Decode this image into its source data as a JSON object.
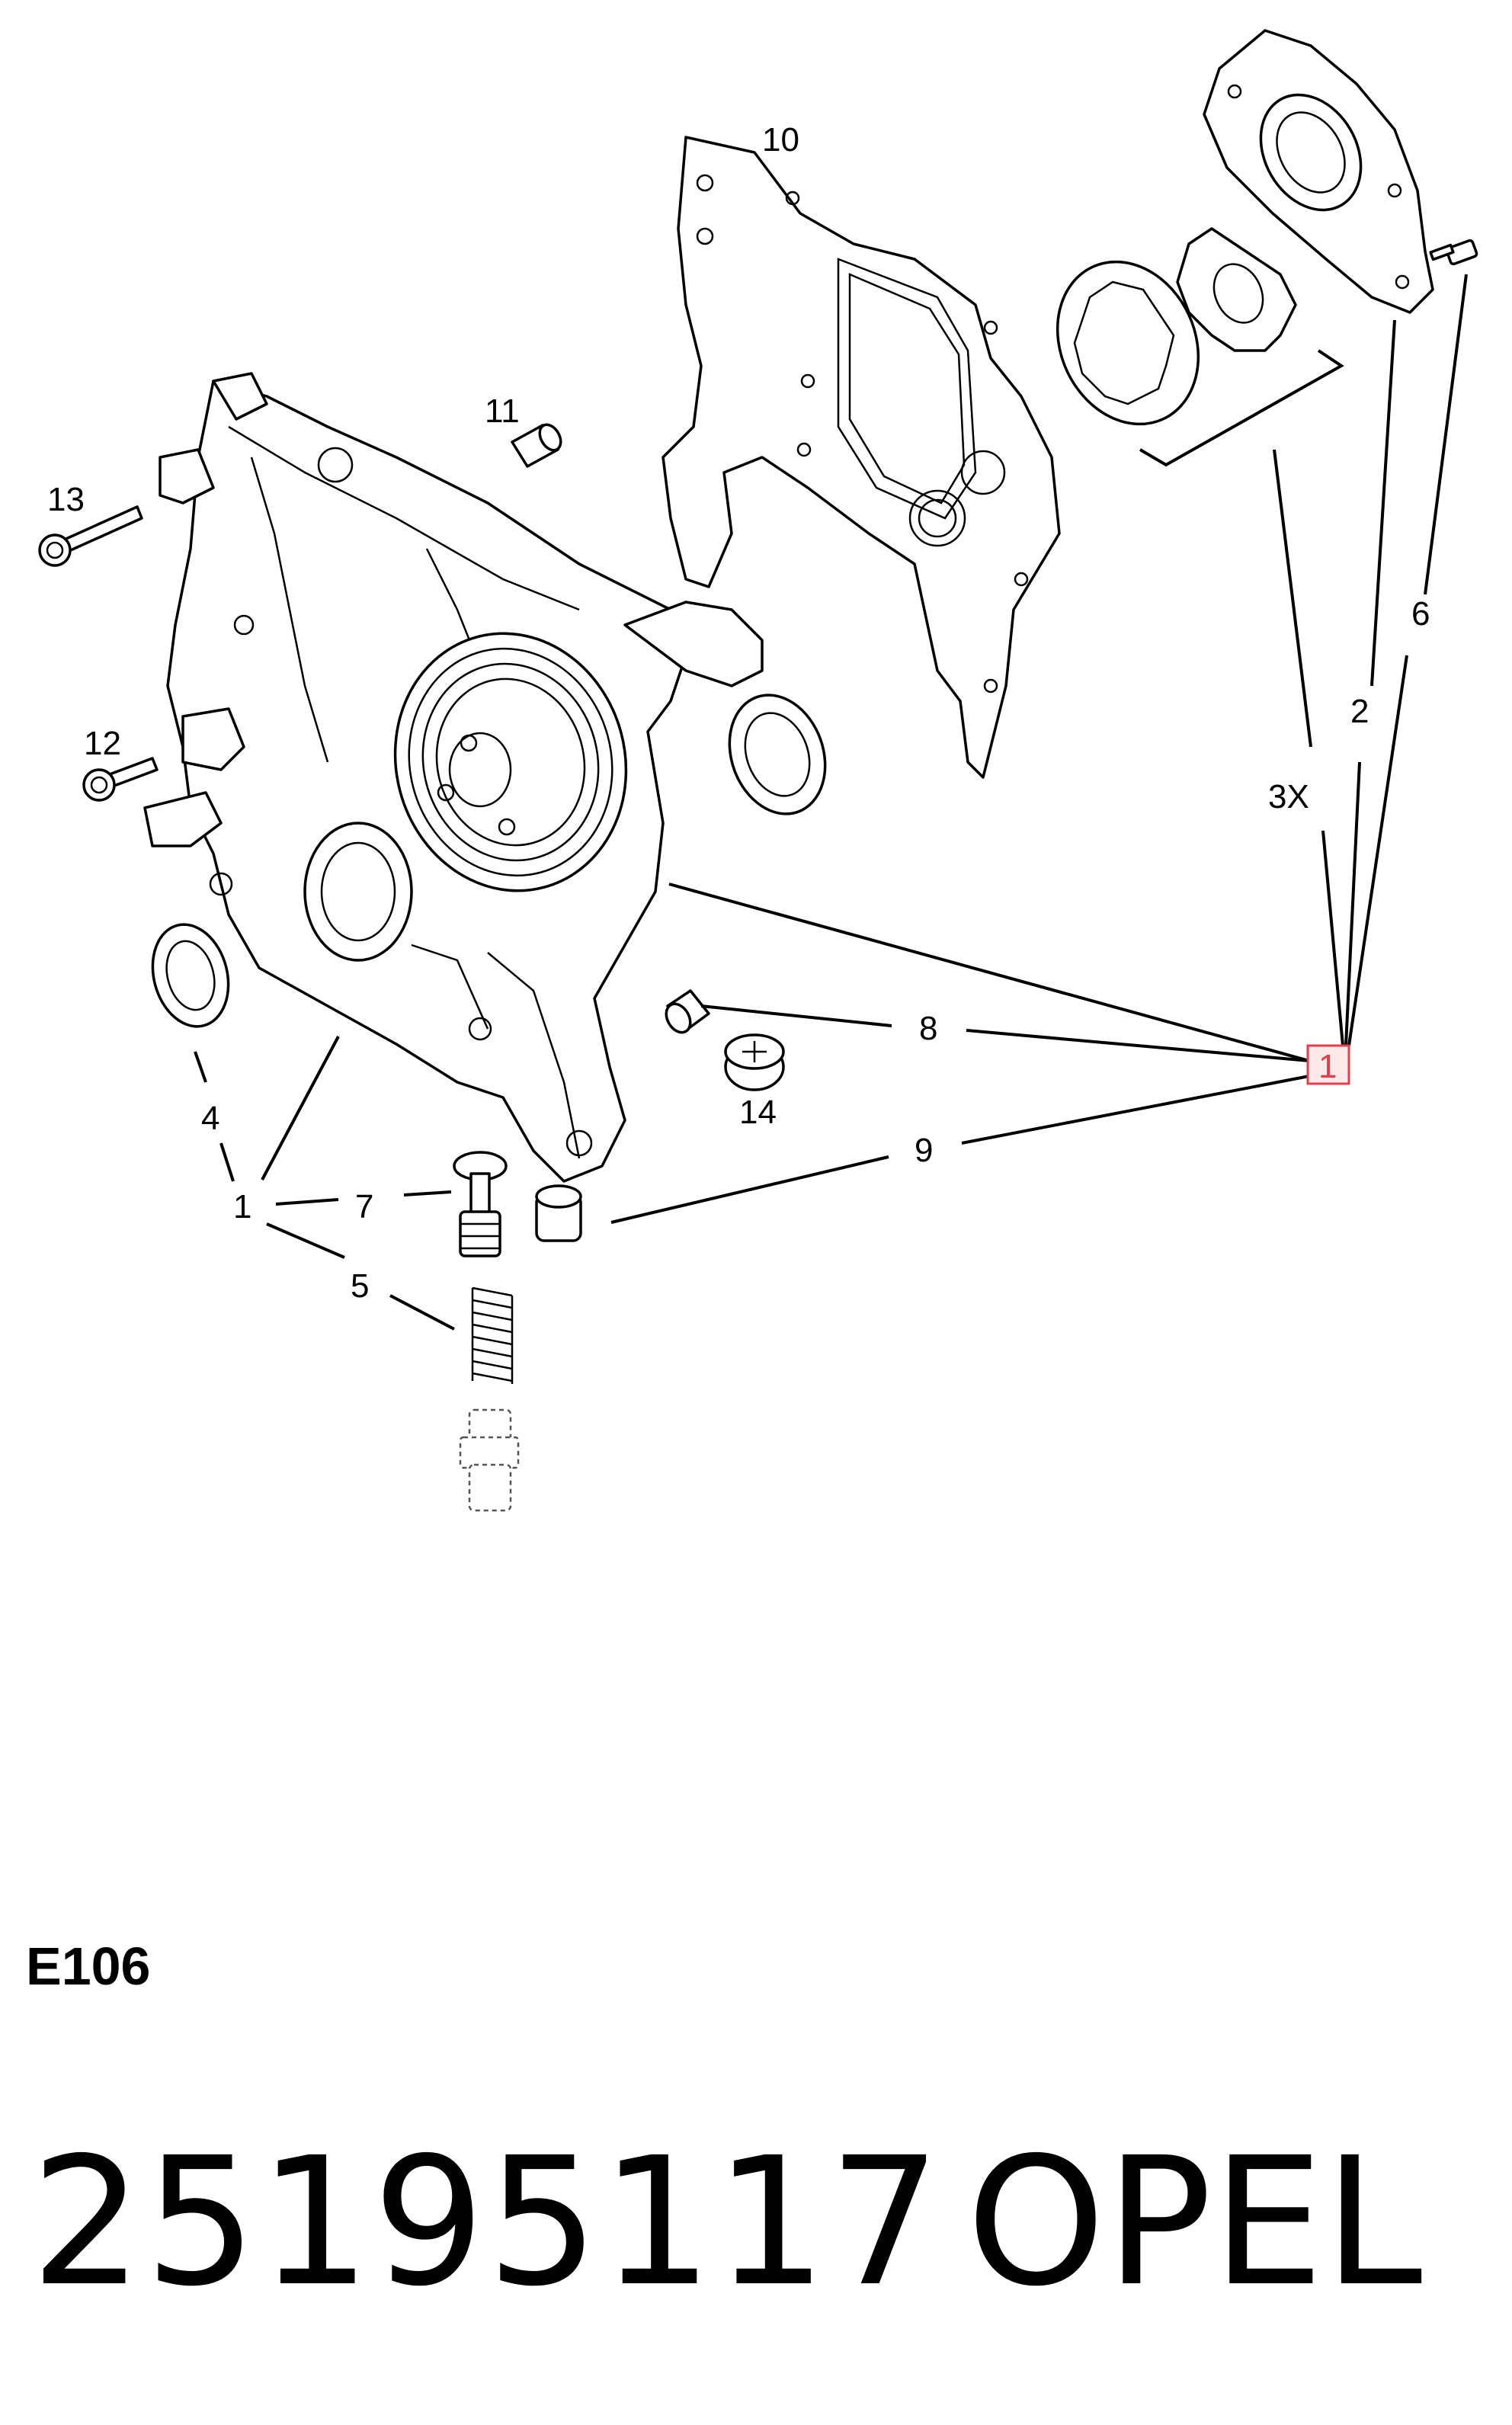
{
  "diagram": {
    "highlight_color": "#e0404a",
    "callouts": {
      "c10": "10",
      "c11": "11",
      "c13": "13",
      "c12": "12",
      "c6": "6",
      "c2": "2",
      "c3x": "3X",
      "c1_box": "1",
      "c8": "8",
      "c14": "14",
      "c9": "9",
      "c4": "4",
      "c1": "1",
      "c7": "7",
      "c5": "5"
    }
  },
  "footer": {
    "diagram_code": "E106",
    "part_number": "25195117",
    "brand": "OPEL"
  }
}
